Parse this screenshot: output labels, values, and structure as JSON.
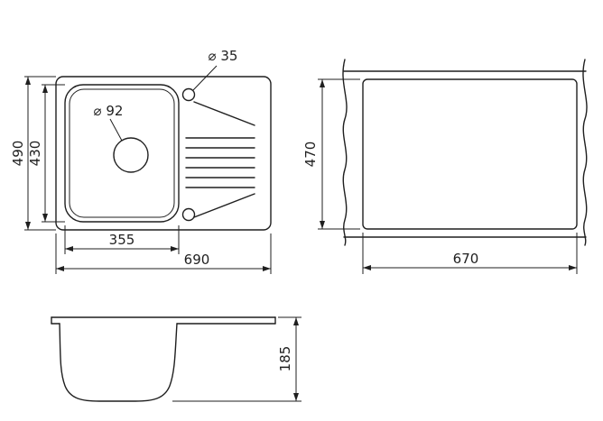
{
  "colors": {
    "line": "#1f1f1f",
    "background": "#ffffff"
  },
  "top_view": {
    "overall_height": "490",
    "bowl_height": "430",
    "bowl_width": "355",
    "overall_width": "690",
    "drain_hole_diameter": "⌀ 92",
    "tap_hole_diameter": "⌀ 35"
  },
  "cutout_view": {
    "height": "470",
    "width": "670"
  },
  "section_view": {
    "depth": "185"
  }
}
